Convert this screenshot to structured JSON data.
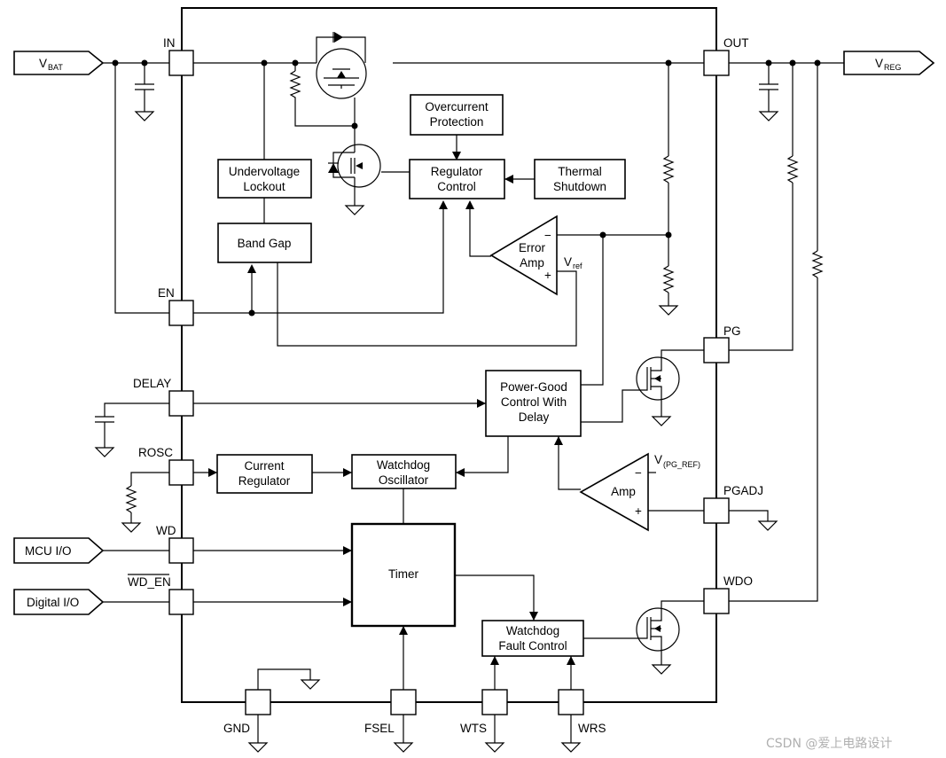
{
  "external": {
    "vbat_main": "V",
    "vbat_sub": "BAT",
    "vreg_main": "V",
    "vreg_sub": "REG",
    "mcu_io": "MCU I/O",
    "digital_io": "Digital  I/O"
  },
  "pins": {
    "in": "IN",
    "out": "OUT",
    "en": "EN",
    "delay": "DELAY",
    "rosc": "ROSC",
    "wd": "WD",
    "wd_en": "WD_EN",
    "pg": "PG",
    "pgadj": "PGADJ",
    "wdo": "WDO",
    "gnd": "GND",
    "fsel": "FSEL",
    "wts": "WTS",
    "wrs": "WRS"
  },
  "blocks": {
    "overcurrent": [
      "Overcurrent",
      "Protection"
    ],
    "undervoltage": [
      "Undervoltage",
      "Lockout"
    ],
    "regulator_control": [
      "Regulator",
      "Control"
    ],
    "thermal": [
      "Thermal",
      "Shutdown"
    ],
    "band_gap": [
      "Band Gap"
    ],
    "error_amp": [
      "Error",
      "Amp"
    ],
    "power_good": [
      "Power-Good",
      "Control With",
      "Delay"
    ],
    "current_regulator": [
      "Current",
      "Regulator"
    ],
    "watchdog_oscillator": [
      "Watchdog",
      "Oscillator"
    ],
    "amp": [
      "Amp"
    ],
    "timer": [
      "Timer"
    ],
    "watchdog_fault": [
      "Watchdog",
      "Fault Control"
    ]
  },
  "labels": {
    "vref_main": "V",
    "vref_sub": "ref",
    "vpgref_main": "V",
    "vpgref_sub": "(PG_REF)",
    "minus": "−",
    "plus": "+"
  },
  "watermark": "CSDN @爱上电路设计"
}
